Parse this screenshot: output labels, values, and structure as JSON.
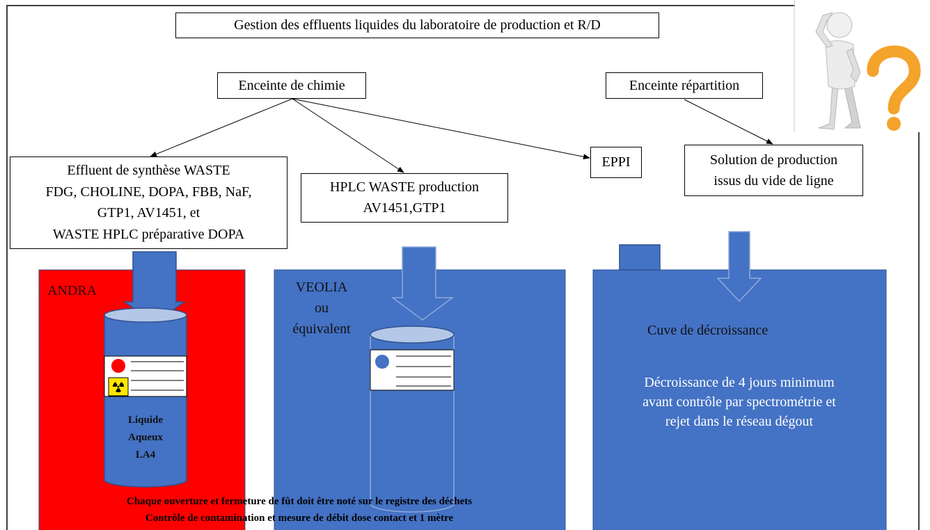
{
  "title": "Gestion des effluents liquides du laboratoire de production et R/D",
  "nodes": {
    "enceinte_chimie": "Enceinte de chimie",
    "enceinte_repartition": "Enceinte répartition",
    "effluent_synthese": [
      "Effluent de synthèse WASTE",
      "FDG, CHOLINE, DOPA, FBB, NaF,",
      "GTP1, AV1451, et",
      "WASTE HPLC préparative DOPA"
    ],
    "hplc_waste": [
      "HPLC WASTE production",
      "AV1451,GTP1"
    ],
    "eppi": "EPPI",
    "solution_production": [
      "Solution de production",
      "issus du vide de ligne"
    ]
  },
  "panels": {
    "andra": {
      "label": "ANDRA",
      "drum_text": [
        "Liquide",
        "Aqueux",
        "LA4"
      ]
    },
    "veolia": {
      "label": [
        "VEOLIA",
        "ou",
        "équivalent"
      ]
    },
    "cuve": {
      "label": "Cuve de décroissance",
      "description": [
        "Décroissance de 4 jours minimum",
        "avant contrôle par spectrométrie et",
        "rejet dans le réseau dégout"
      ]
    }
  },
  "footer_notes": [
    "Chaque ouverture et fermeture de fût doit être noté sur le registre des déchets",
    "Contrôle de contamination et mesure de débit dose contact et 1 mètre"
  ],
  "icons": {
    "decoration": "question-person-icon",
    "drum_label_hazard": "radiation-icon"
  },
  "colors": {
    "andra_panel": "#FF0000",
    "veolia_panel": "#4472C4",
    "cuve_panel": "#4472C4",
    "drum_body": "#4472C4",
    "drum_lid": "#B4C7E7",
    "andra_marker": "#FF0000",
    "veolia_marker": "#4472C4",
    "question_mark": "#F4A32B"
  }
}
